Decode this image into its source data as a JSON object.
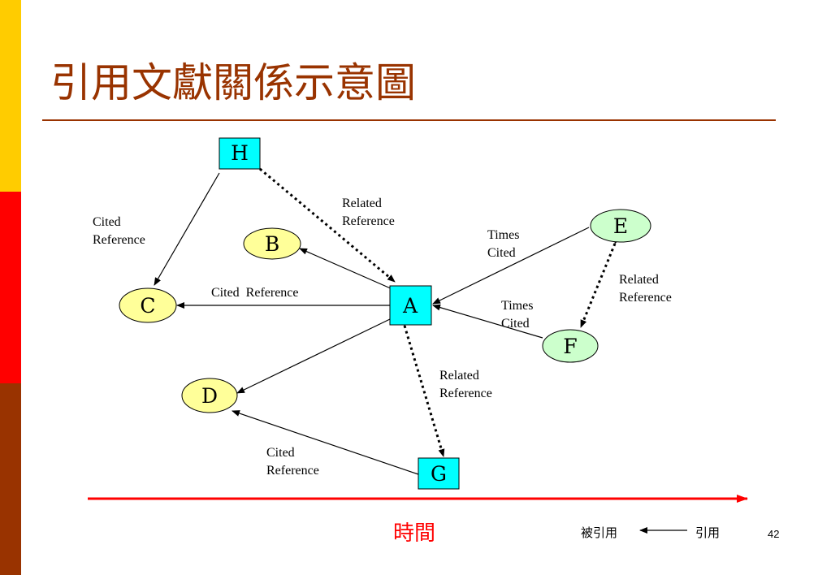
{
  "title": "引用文獻關係示意圖",
  "colors": {
    "bar_top": "#ffcc00",
    "bar_middle": "#ff0000",
    "bar_bottom": "#993300",
    "title": "#993300",
    "square_node_fill": "#00ffff",
    "yellow_node_fill": "#ffff99",
    "green_node_fill": "#ccffcc",
    "timeline_arrow": "#ff0000"
  },
  "nodes": {
    "H": "H",
    "B": "B",
    "A": "A",
    "C": "C",
    "D": "D",
    "E": "E",
    "F": "F",
    "G": "G"
  },
  "edge_labels": {
    "h_c": [
      "Cited",
      "Reference"
    ],
    "h_a": [
      "Related",
      "Reference"
    ],
    "a_c": "Cited  Reference",
    "e_a": [
      "Times",
      "Cited"
    ],
    "f_a": [
      "Times",
      "Cited"
    ],
    "e_f": [
      "Related",
      "Reference"
    ],
    "a_g": [
      "Related",
      "Reference"
    ],
    "g_d": [
      "Cited",
      "Reference"
    ]
  },
  "timeline_label": "時間",
  "legend": {
    "cited_by": "被引用",
    "cites": "引用"
  },
  "page_number": "42"
}
